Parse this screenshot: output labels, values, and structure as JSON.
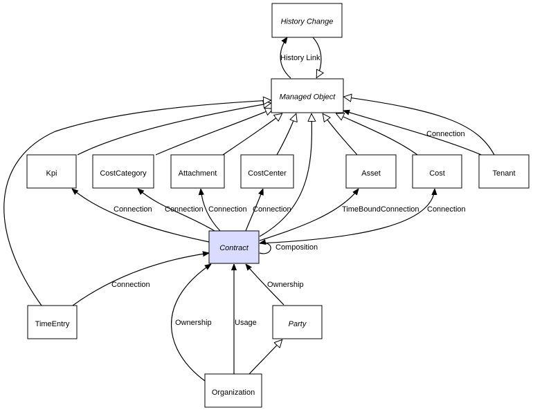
{
  "nodes": {
    "history_change": {
      "label": "History Change"
    },
    "managed_object": {
      "label": "Managed Object"
    },
    "kpi": {
      "label": "Kpi"
    },
    "cost_category": {
      "label": "CostCategory"
    },
    "attachment": {
      "label": "Attachment"
    },
    "cost_center": {
      "label": "CostCenter"
    },
    "asset": {
      "label": "Asset"
    },
    "cost": {
      "label": "Cost"
    },
    "tenant": {
      "label": "Tenant"
    },
    "contract": {
      "label": "Contract"
    },
    "time_entry": {
      "label": "TimeEntry"
    },
    "party": {
      "label": "Party"
    },
    "organization": {
      "label": "Organization"
    }
  },
  "edges": [
    {
      "id": "history-link",
      "label": "History Link"
    },
    {
      "id": "tenant-connection",
      "label": "Connection"
    },
    {
      "id": "contract-kpi",
      "label": "Connection"
    },
    {
      "id": "contract-costcategory",
      "label": "Connection"
    },
    {
      "id": "contract-attachment",
      "label": "Connection"
    },
    {
      "id": "contract-costcenter",
      "label": "Connection"
    },
    {
      "id": "contract-asset",
      "label": "TimeBoundConnection"
    },
    {
      "id": "contract-cost",
      "label": "Connection"
    },
    {
      "id": "contract-composition",
      "label": "Composition"
    },
    {
      "id": "timeentry-contract",
      "label": "Connection"
    },
    {
      "id": "party-contract",
      "label": "Ownership"
    },
    {
      "id": "organization-contract-ownership",
      "label": "Ownership"
    },
    {
      "id": "organization-contract-usage",
      "label": "Usage"
    }
  ]
}
